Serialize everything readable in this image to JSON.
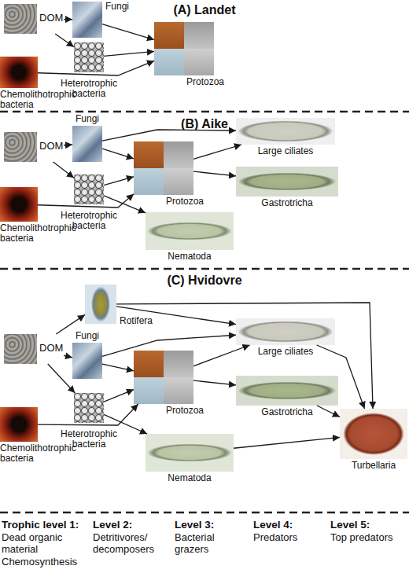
{
  "diagram": {
    "nodes": [
      {
        "text": [
          "(A) Landet"
        ]
      },
      {
        "text": [
          "DOM"
        ],
        "in": 0
      },
      {
        "text": [
          "Fungi"
        ],
        "in": 0
      },
      {
        "text": [
          "Heterotrophic bacteria"
        ],
        "in": 0
      },
      {
        "text": [
          "Chemolithotrophic bacteria"
        ],
        "in": 0
      },
      {
        "text": [
          "Protozoa"
        ],
        "in": 0
      },
      {
        "text": [
          "(B) Aike"
        ]
      },
      {
        "text": [
          "DOM"
        ],
        "in": 6
      },
      {
        "text": [
          "Fungi"
        ],
        "in": 6
      },
      {
        "text": [
          "Heterotrophic bacteria"
        ],
        "in": 6
      },
      {
        "text": [
          "Chemolithotrophic bacteria"
        ],
        "in": 6
      },
      {
        "text": [
          "Protozoa"
        ],
        "in": 6
      },
      {
        "text": [
          "Large ciliates"
        ],
        "in": 6
      },
      {
        "text": [
          "Gastrotricha"
        ],
        "in": 6
      },
      {
        "text": [
          "Nematoda"
        ],
        "in": 6
      },
      {
        "text": [
          "(C) Hvidovre"
        ]
      },
      {
        "text": [
          "Rotifera"
        ],
        "in": 15
      },
      {
        "text": [
          "DOM"
        ],
        "in": 15
      },
      {
        "text": [
          "Fungi"
        ],
        "in": 15
      },
      {
        "text": [
          "Heterotrophic bacteria"
        ],
        "in": 15
      },
      {
        "text": [
          "Chemolithotrophic bacteria"
        ],
        "in": 15
      },
      {
        "text": [
          "Protozoa"
        ],
        "in": 15
      },
      {
        "text": [
          "Large ciliates"
        ],
        "in": 15
      },
      {
        "text": [
          "Gastrotricha"
        ],
        "in": 15
      },
      {
        "text": [
          "Nematoda"
        ],
        "in": 15
      },
      {
        "text": [
          "Turbellaria"
        ],
        "in": 15
      }
    ],
    "edges": [
      {
        "from": 1,
        "to": 2,
        "arrow": "to"
      },
      {
        "from": 1,
        "to": 3,
        "arrow": "to"
      },
      {
        "from": 2,
        "to": 5,
        "arrow": "to"
      },
      {
        "from": 3,
        "to": 5,
        "arrow": "to"
      },
      {
        "from": 4,
        "to": 5,
        "arrow": "to"
      },
      {
        "from": 7,
        "to": 8,
        "arrow": "to"
      },
      {
        "from": 7,
        "to": 9,
        "arrow": "to"
      },
      {
        "from": 8,
        "to": 11,
        "arrow": "to"
      },
      {
        "from": 8,
        "to": 12,
        "arrow": "to"
      },
      {
        "from": 9,
        "to": 11,
        "arrow": "to"
      },
      {
        "from": 9,
        "to": 14,
        "arrow": "to"
      },
      {
        "from": 10,
        "to": 11,
        "arrow": "to"
      },
      {
        "from": 11,
        "to": 12,
        "arrow": "to"
      },
      {
        "from": 11,
        "to": 13,
        "arrow": "to"
      },
      {
        "from": 17,
        "to": 16,
        "arrow": "to"
      },
      {
        "from": 17,
        "to": 18,
        "arrow": "to"
      },
      {
        "from": 17,
        "to": 19,
        "arrow": "to"
      },
      {
        "from": 16,
        "to": 22,
        "arrow": "to"
      },
      {
        "from": 16,
        "to": 25,
        "arrow": "to"
      },
      {
        "from": 18,
        "to": 21,
        "arrow": "to"
      },
      {
        "from": 18,
        "to": 22,
        "arrow": "to"
      },
      {
        "from": 19,
        "to": 21,
        "arrow": "to"
      },
      {
        "from": 19,
        "to": 24,
        "arrow": "to"
      },
      {
        "from": 20,
        "to": 21,
        "arrow": "to"
      },
      {
        "from": 21,
        "to": 22,
        "arrow": "to"
      },
      {
        "from": 21,
        "to": 23,
        "arrow": "to"
      },
      {
        "from": 22,
        "to": 25,
        "arrow": "to"
      },
      {
        "from": 23,
        "to": 25,
        "arrow": "to"
      },
      {
        "from": 24,
        "to": 25,
        "arrow": "to"
      }
    ],
    "labels": [
      "Trophic level 1:",
      "Dead organic material",
      "Chemosynthesis",
      "Level 2:",
      "Detritivores/ decomposers",
      "Level 3:",
      "Bacterial grazers",
      "Level 4:",
      "Predators",
      "Level 5:",
      "Top predators"
    ]
  }
}
